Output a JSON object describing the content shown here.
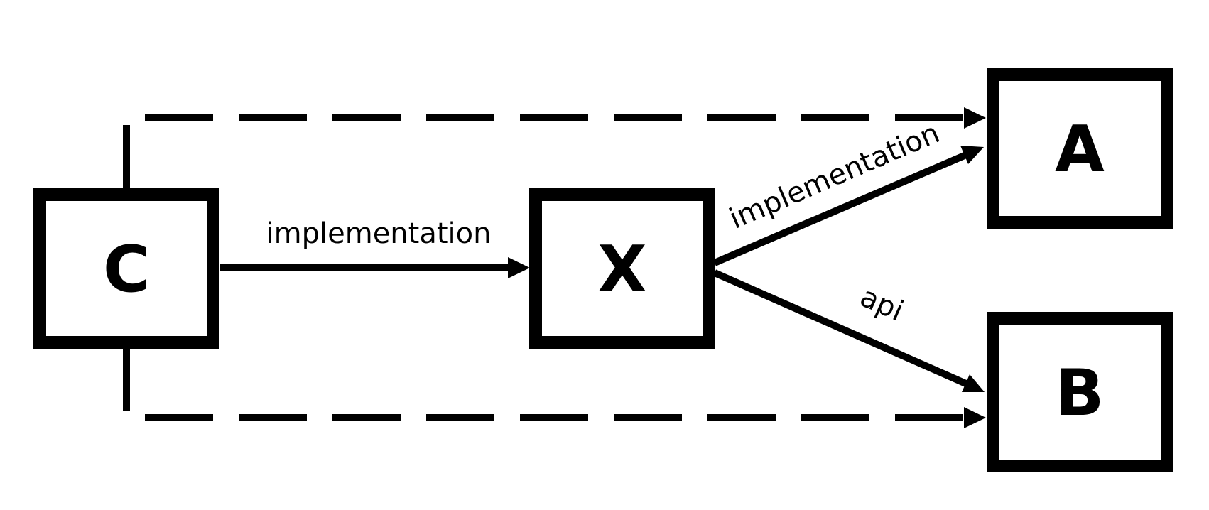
{
  "nodes": {
    "c": {
      "label": "C"
    },
    "x": {
      "label": "X"
    },
    "a": {
      "label": "A"
    },
    "b": {
      "label": "B"
    }
  },
  "edges": {
    "c_to_x": {
      "label": "implementation"
    },
    "x_to_a": {
      "label": "implementation"
    },
    "x_to_b": {
      "label": "api"
    }
  },
  "colors": {
    "stroke": "#000000",
    "background": "#ffffff"
  }
}
